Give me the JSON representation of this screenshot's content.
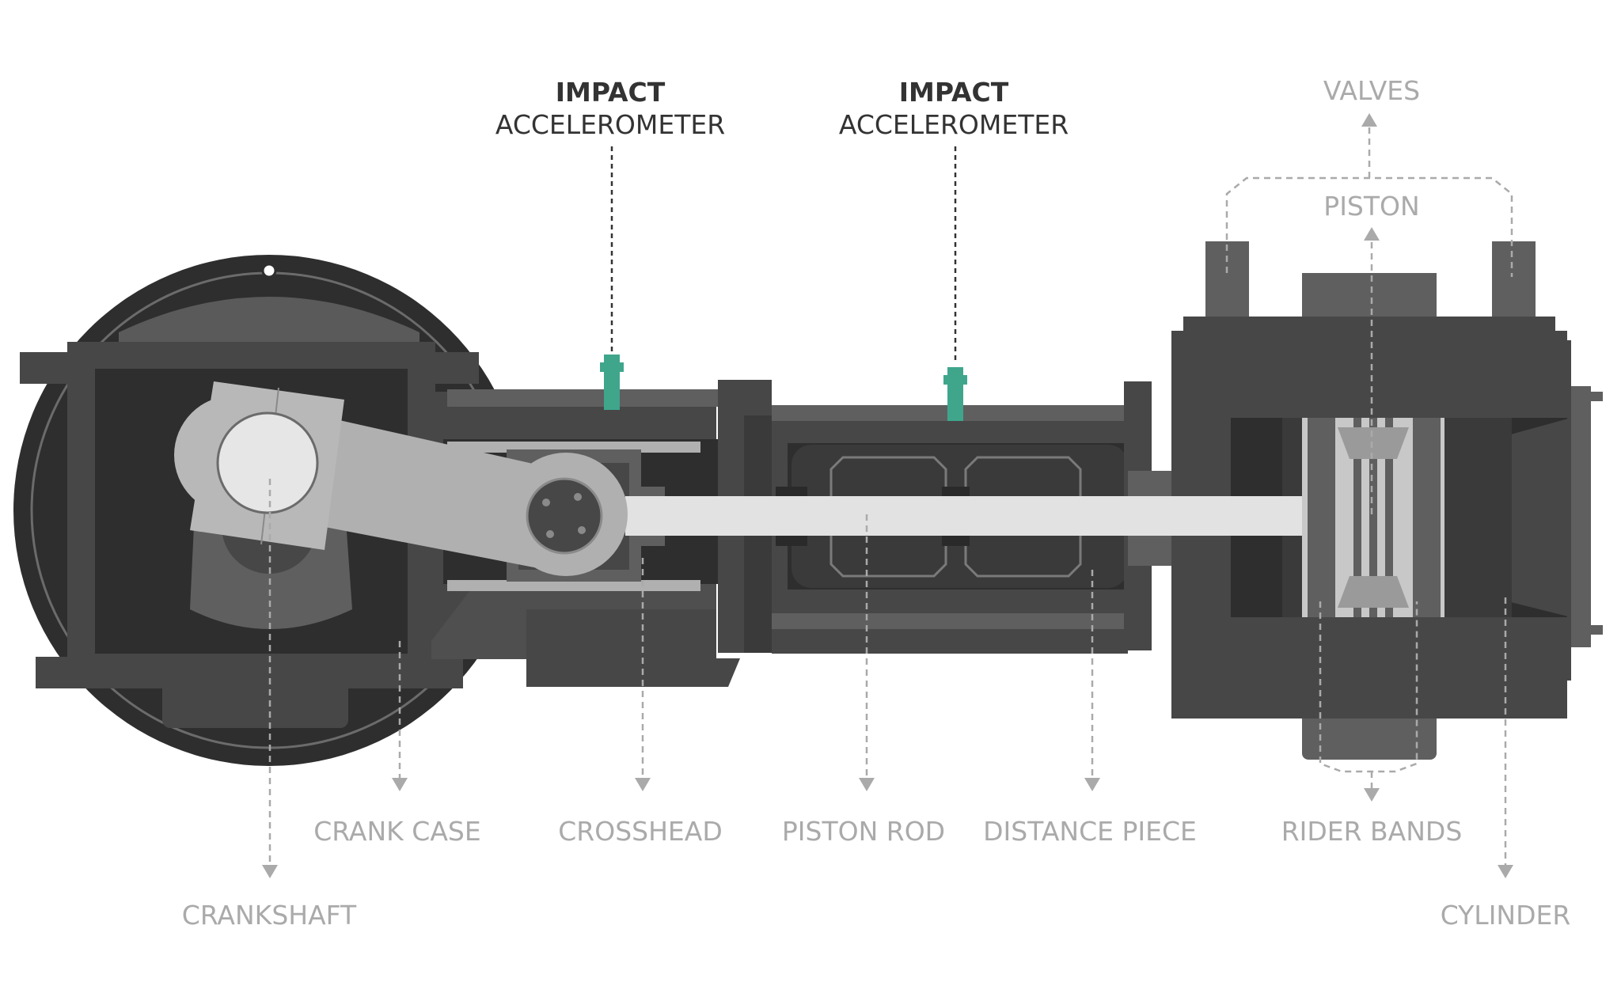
{
  "sensors": [
    {
      "title": "IMPACT",
      "subtitle": "ACCELEROMETER"
    },
    {
      "title": "IMPACT",
      "subtitle": "ACCELEROMETER"
    }
  ],
  "labels": {
    "valves": "VALVES",
    "piston": "PISTON",
    "crank_case": "CRANK CASE",
    "crosshead": "CROSSHEAD",
    "piston_rod": "PISTON ROD",
    "distance_piece": "DISTANCE PIECE",
    "rider_bands": "RIDER BANDS",
    "crankshaft": "CRANKSHAFT",
    "cylinder": "CYLINDER"
  },
  "colors": {
    "dark": "#2e2e2e",
    "body": "#474747",
    "mid": "#5f5f5f",
    "light": "#b0b0b0",
    "rod": "#e2e2e2",
    "sensor": "#3fa68c",
    "label": "#aaaaaa"
  }
}
